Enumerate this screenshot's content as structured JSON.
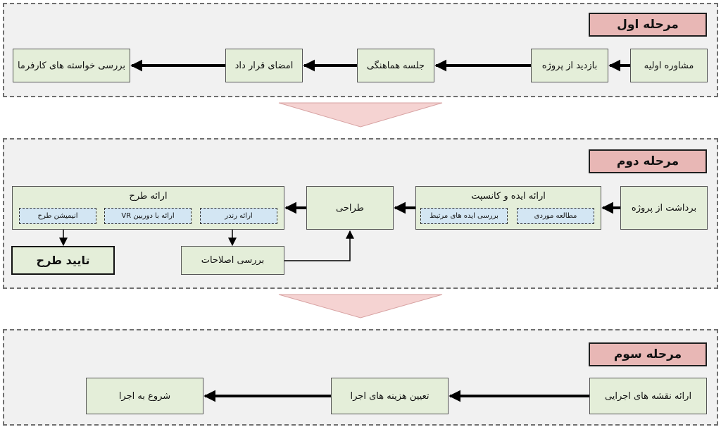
{
  "stage1": {
    "title": "مرحله اول",
    "steps": {
      "s1": "مشاوره اولیه",
      "s2": "بازدید از پروژه",
      "s3": "جلسه هماهنگی",
      "s4": "امضای قرار داد",
      "s5": "بررسی خواسته های کارفرما"
    }
  },
  "stage2": {
    "title": "مرحله دوم",
    "survey": "برداشت از پروژه",
    "concept": {
      "title": "ارائه ایده و کانسپت",
      "sub1": "مطالعه موردی",
      "sub2": "بررسی ایده های مرتبط"
    },
    "design": "طراحی",
    "present": {
      "title": "ارائه طرح",
      "sub1": "ارائه رندر",
      "sub2": "ارائه با دوربین VR",
      "sub3": "انیمیشن طرح"
    },
    "revisions": "بررسی اصلاحات",
    "approval": "تایید طرح"
  },
  "stage3": {
    "title": "مرحله سوم",
    "steps": {
      "s1": "ارائه نقشه های اجرایی",
      "s2": "تعیین هزینه های اجرا",
      "s3": "شروع به اجرا"
    }
  },
  "colors": {
    "stage_fill": "#f1f1f1",
    "title_fill": "#e8b7b5",
    "box_fill": "#e4eed9",
    "sub_fill": "#d3e6f3",
    "chevron_fill": "#f5d3d2"
  }
}
